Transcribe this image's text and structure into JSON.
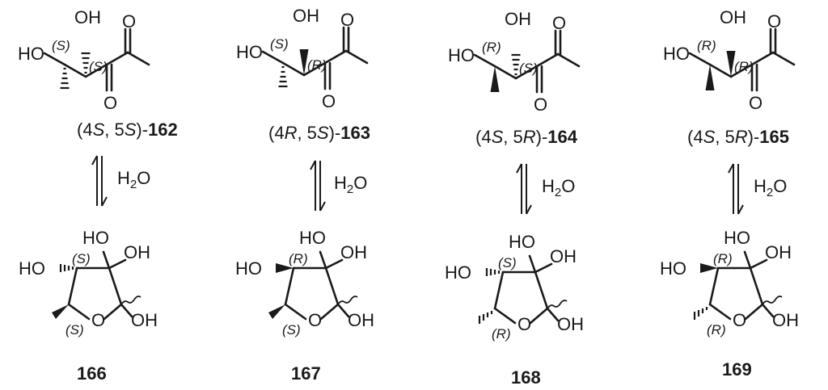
{
  "labels": {
    "OH": "OH",
    "HO": "HO",
    "O": "O",
    "H": "H",
    "sub2": "2",
    "water_O": "O",
    "S_paren": "(S)",
    "R_paren": "(R)"
  },
  "compounds": [
    {
      "caption_pre": "(4",
      "caption_c4": "S",
      "caption_mid": ", 5",
      "caption_c5": "S",
      "caption_close": ")-",
      "caption_num": "162",
      "top_c5": "(S)",
      "top_c4": "(S)",
      "bottom_num": "166",
      "ring_c3": "(S)",
      "ring_c5": "(S)"
    },
    {
      "caption_pre": "(4",
      "caption_c4": "R",
      "caption_mid": ", 5",
      "caption_c5": "S",
      "caption_close": ")-",
      "caption_num": "163",
      "top_c5": "(S)",
      "top_c4": "(R)",
      "bottom_num": "167",
      "ring_c3": "(R)",
      "ring_c5": "(S)"
    },
    {
      "caption_pre": "(4",
      "caption_c4": "S",
      "caption_mid": ", 5",
      "caption_c5": "R",
      "caption_close": ")-",
      "caption_num": "164",
      "top_c5": "(R)",
      "top_c4": "(S)",
      "bottom_num": "168",
      "ring_c3": "(S)",
      "ring_c5": "(R)"
    },
    {
      "caption_pre": "(4",
      "caption_c4": "S",
      "caption_mid": ", 5",
      "caption_c5": "R",
      "caption_close": ")-",
      "caption_num": "165",
      "top_c5": "(R)",
      "top_c4": "(R)",
      "bottom_num": "169",
      "ring_c3": "(R)",
      "ring_c5": "(R)"
    }
  ]
}
